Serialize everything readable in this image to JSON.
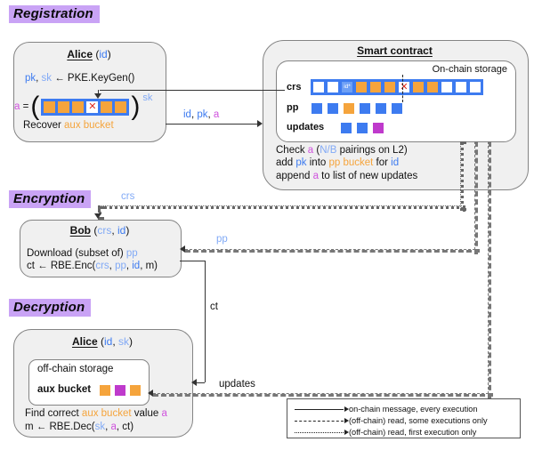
{
  "colors": {
    "blue": "#3d7bf0",
    "light_blue": "#82aaf6",
    "magenta": "#cf52dd",
    "sq_magenta": "#bf3acc",
    "orange": "#f5a43c",
    "x_red": "#e02b20",
    "id_blue": "#6d9ff5",
    "highlight": "#c9a3f5"
  },
  "glyphs": {
    "paren_open": "(",
    "paren_close": ")",
    "x_mark": "✕"
  },
  "sections": {
    "registration": "Registration",
    "encryption": "Encryption",
    "decryption": "Decryption"
  },
  "alice_reg": {
    "title": [
      {
        "t": "Alice",
        "c": "k",
        "u": true
      },
      {
        "t": " (",
        "c": "k"
      },
      {
        "t": "id",
        "c": "b"
      },
      {
        "t": ")",
        "c": "k"
      }
    ],
    "keygen": [
      {
        "t": "pk",
        "c": "b"
      },
      {
        "t": ", ",
        "c": "k"
      },
      {
        "t": "sk",
        "c": "lb"
      },
      {
        "t": " ← PKE.KeyGen()",
        "c": "k"
      }
    ],
    "a_eq": [
      {
        "t": "a",
        "c": "m"
      },
      {
        "t": " =",
        "c": "k"
      }
    ],
    "sk_sup": "sk",
    "bucket": [
      "o",
      "o",
      "o",
      "x",
      "o",
      "o"
    ],
    "recover": [
      {
        "t": "Recover ",
        "c": "k"
      },
      {
        "t": "aux bucket",
        "c": "o"
      }
    ]
  },
  "smart_contract": {
    "title": [
      {
        "t": "Smart contract",
        "c": "k",
        "u": true
      }
    ],
    "onchain_label": "On-chain storage",
    "crs_label": "crs",
    "crs_cells": [
      "w",
      "w",
      "id",
      "o",
      "o",
      "o",
      "x",
      "o",
      "o",
      "w",
      "w",
      "w"
    ],
    "id_star": "id*",
    "pp_label": "pp",
    "pp_cells": [
      "b",
      "b",
      "o",
      "b",
      "b",
      "b"
    ],
    "updates_label": "updates",
    "updates_cells": [
      "b",
      "b",
      "m"
    ],
    "logic1": [
      {
        "t": "Check ",
        "c": "k"
      },
      {
        "t": "a",
        "c": "m"
      },
      {
        "t": " (",
        "c": "k"
      },
      {
        "t": "N/B",
        "c": "lb"
      },
      {
        "t": " pairings on L2)",
        "c": "k"
      }
    ],
    "logic2": [
      {
        "t": "add ",
        "c": "k"
      },
      {
        "t": "pk",
        "c": "b"
      },
      {
        "t": " into ",
        "c": "k"
      },
      {
        "t": "pp bucket",
        "c": "o"
      },
      {
        "t": " for ",
        "c": "k"
      },
      {
        "t": "id",
        "c": "b"
      }
    ],
    "logic3": [
      {
        "t": "append ",
        "c": "k"
      },
      {
        "t": "a",
        "c": "m"
      },
      {
        "t": " to list of new updates",
        "c": "k"
      }
    ]
  },
  "bob": {
    "title": [
      {
        "t": "Bob",
        "c": "k",
        "u": true
      },
      {
        "t": " (",
        "c": "k"
      },
      {
        "t": "crs",
        "c": "lb"
      },
      {
        "t": ", ",
        "c": "k"
      },
      {
        "t": "id",
        "c": "b"
      },
      {
        "t": ")",
        "c": "k"
      }
    ],
    "line1": [
      {
        "t": "Download (subset of) ",
        "c": "k"
      },
      {
        "t": "pp",
        "c": "lb"
      }
    ],
    "line2": [
      {
        "t": "ct ← RBE.Enc(",
        "c": "k"
      },
      {
        "t": "crs",
        "c": "lb"
      },
      {
        "t": ", ",
        "c": "k"
      },
      {
        "t": "pp",
        "c": "lb"
      },
      {
        "t": ", ",
        "c": "k"
      },
      {
        "t": "id",
        "c": "b"
      },
      {
        "t": ", m)",
        "c": "k"
      }
    ]
  },
  "alice_dec": {
    "title": [
      {
        "t": "Alice",
        "c": "k",
        "u": true
      },
      {
        "t": " (",
        "c": "k"
      },
      {
        "t": "id",
        "c": "b"
      },
      {
        "t": ", ",
        "c": "k"
      },
      {
        "t": "sk",
        "c": "lb"
      },
      {
        "t": ")",
        "c": "k"
      }
    ],
    "offchain_label": "off-chain storage",
    "aux_label": "aux bucket",
    "bucket": [
      "o",
      "m",
      "o"
    ],
    "line1": [
      {
        "t": "Find correct ",
        "c": "k"
      },
      {
        "t": "aux bucket",
        "c": "o"
      },
      {
        "t": " value ",
        "c": "k"
      },
      {
        "t": "a",
        "c": "m"
      }
    ],
    "line2": [
      {
        "t": "m ← RBE.Dec(",
        "c": "k"
      },
      {
        "t": "sk",
        "c": "lb"
      },
      {
        "t": ", ",
        "c": "k"
      },
      {
        "t": "a",
        "c": "m"
      },
      {
        "t": ", ct)",
        "c": "k"
      }
    ]
  },
  "arrows": {
    "id_pk_a": [
      {
        "t": "id",
        "c": "b"
      },
      {
        "t": ", ",
        "c": "k"
      },
      {
        "t": "pk",
        "c": "b"
      },
      {
        "t": ", ",
        "c": "k"
      },
      {
        "t": "a",
        "c": "m"
      }
    ],
    "crs": "crs",
    "pp": "pp",
    "updates": "updates",
    "ct": "ct"
  },
  "legend": {
    "rows": [
      {
        "style": "solid",
        "label": "on-chain message, every execution"
      },
      {
        "style": "dashed",
        "label": "(off-chain) read, some executions only"
      },
      {
        "style": "dotted",
        "label": "(off-chain) read, first execution only"
      }
    ]
  }
}
